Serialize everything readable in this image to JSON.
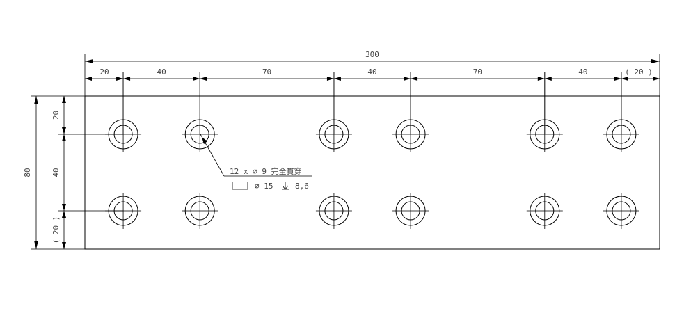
{
  "dimensions": {
    "overall_width": "300",
    "segments": [
      "20",
      "40",
      "70",
      "40",
      "70",
      "40",
      "( 20 )"
    ],
    "overall_height": "80",
    "vertical_segments": [
      "20",
      "40",
      "( 20 )"
    ]
  },
  "callout": {
    "through_hole": "12 x ⌀ 9 完全貫穿",
    "counterbore_diameter": "⌀ 15",
    "depth": "8,6"
  },
  "holes": {
    "count": 12,
    "x_positions_mm": [
      20,
      60,
      130,
      170,
      240,
      280
    ],
    "y_positions_mm": [
      20,
      60
    ]
  }
}
